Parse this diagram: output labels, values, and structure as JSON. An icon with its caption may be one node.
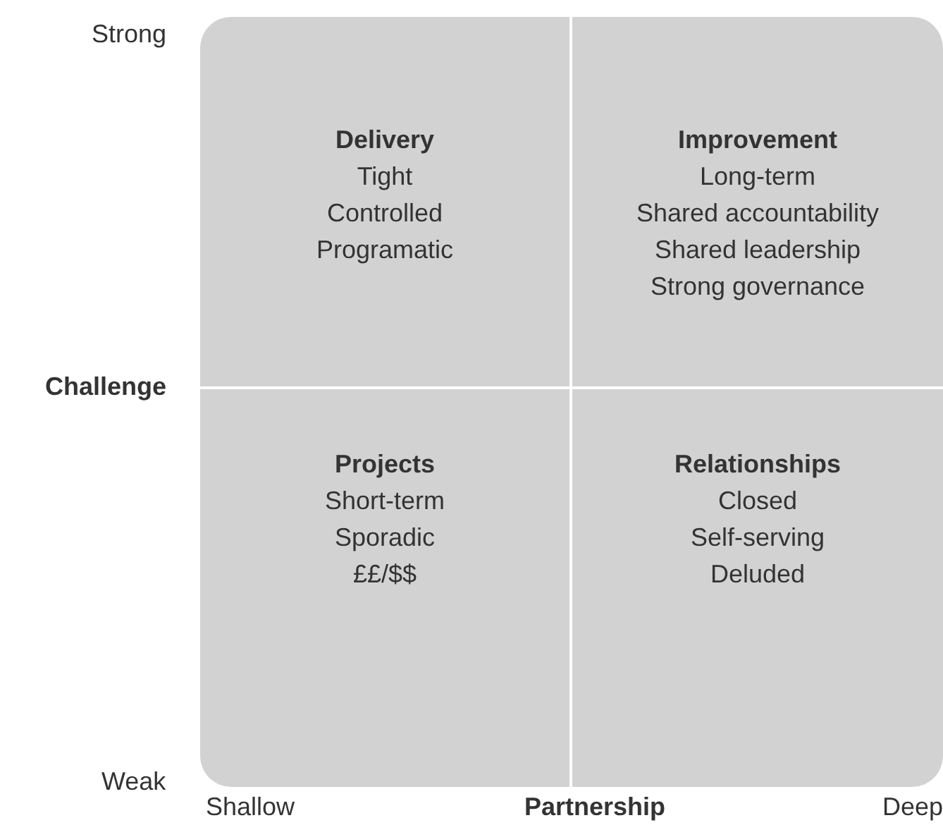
{
  "diagram": {
    "nodes": [
      {
        "text": [
          "Delivery",
          "Tight",
          "Controlled",
          "Programatic"
        ]
      },
      {
        "text": [
          "Improvement",
          "Long-term",
          "Shared accountability",
          "Shared leadership",
          "Strong governance"
        ]
      },
      {
        "text": [
          "Projects",
          "Short-term",
          "Sporadic",
          "££/$$"
        ]
      },
      {
        "text": [
          "Relationships",
          "Closed",
          "Self-serving",
          "Deluded"
        ]
      }
    ],
    "labels": [
      "Strong",
      "Challenge",
      "Weak",
      "Shallow",
      "Partnership",
      "Deep"
    ]
  }
}
